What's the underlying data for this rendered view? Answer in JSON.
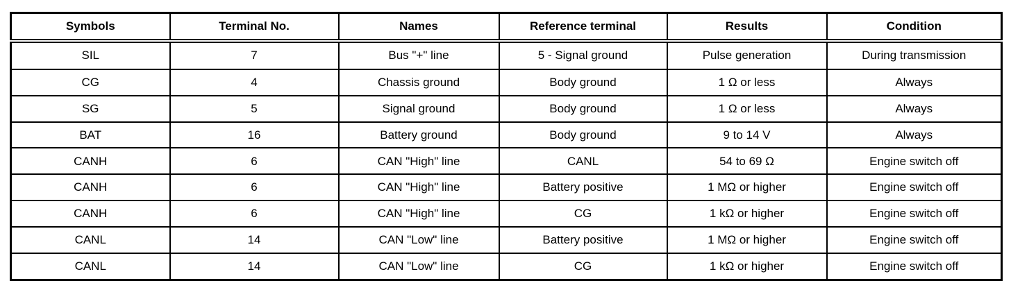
{
  "table": {
    "headers": [
      "Symbols",
      "Terminal No.",
      "Names",
      "Reference terminal",
      "Results",
      "Condition"
    ],
    "rows": [
      [
        "SIL",
        "7",
        "Bus \"+\" line",
        "5 - Signal ground",
        "Pulse generation",
        "During transmission"
      ],
      [
        "CG",
        "4",
        "Chassis ground",
        "Body ground",
        "1 Ω or less",
        "Always"
      ],
      [
        "SG",
        "5",
        "Signal ground",
        "Body ground",
        "1 Ω or less",
        "Always"
      ],
      [
        "BAT",
        "16",
        "Battery ground",
        "Body ground",
        "9 to 14 V",
        "Always"
      ],
      [
        "CANH",
        "6",
        "CAN \"High\" line",
        "CANL",
        "54 to 69 Ω",
        "Engine switch off"
      ],
      [
        "CANH",
        "6",
        "CAN \"High\" line",
        "Battery positive",
        "1 MΩ or higher",
        "Engine switch off"
      ],
      [
        "CANH",
        "6",
        "CAN \"High\" line",
        "CG",
        "1 kΩ or higher",
        "Engine switch off"
      ],
      [
        "CANL",
        "14",
        "CAN \"Low\" line",
        "Battery positive",
        "1 MΩ or higher",
        "Engine switch off"
      ],
      [
        "CANL",
        "14",
        "CAN \"Low\" line",
        "CG",
        "1 kΩ or higher",
        "Engine switch off"
      ]
    ],
    "colors": {
      "border": "#000000",
      "background": "#ffffff",
      "text": "#000000"
    }
  }
}
